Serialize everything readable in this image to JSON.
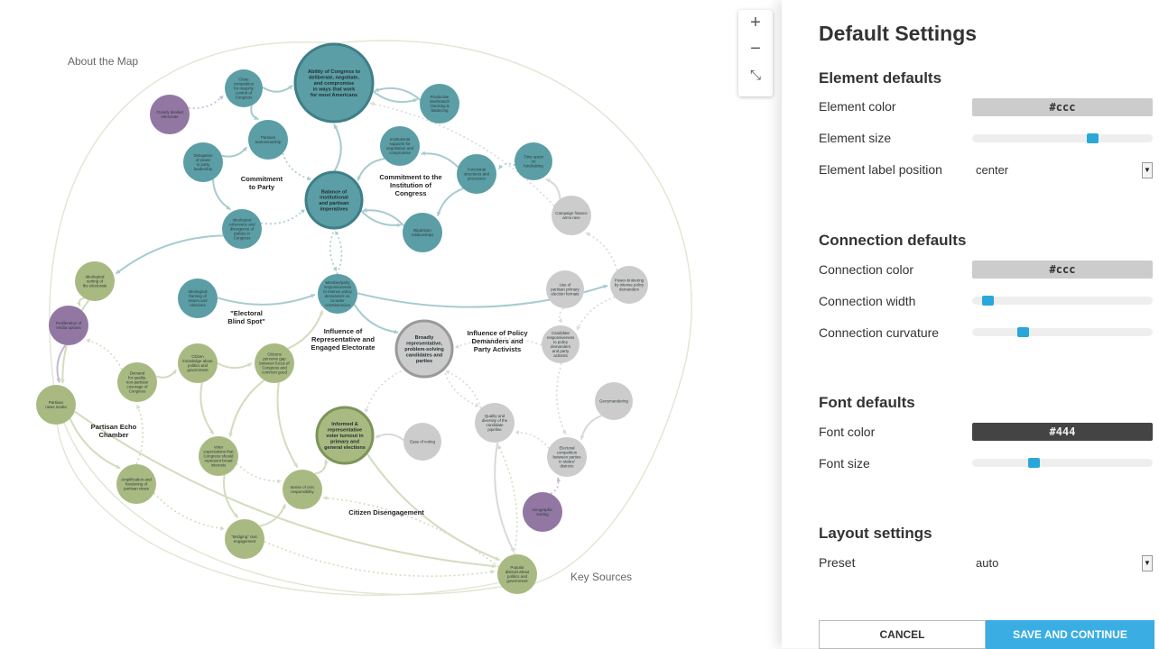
{
  "map": {
    "about_label": "About the Map",
    "key_sources_label": "Key Sources",
    "zoom": {
      "in_label": "+",
      "out_label": "−",
      "fit_label": "⤡"
    },
    "cluster_labels": [
      {
        "id": "cl1",
        "lines": [
          "Commitment",
          "to Party"
        ]
      },
      {
        "id": "cl2",
        "lines": [
          "Commitment to the",
          "Institution of",
          "Congress"
        ]
      },
      {
        "id": "cl3",
        "lines": [
          "\"Electoral",
          "Blind Spot\""
        ]
      },
      {
        "id": "cl4",
        "lines": [
          "Influence of",
          "Representative and",
          "Engaged Electorate"
        ]
      },
      {
        "id": "cl5",
        "lines": [
          "Influence of Policy",
          "Demanders and",
          "Party Activists"
        ]
      },
      {
        "id": "cl6",
        "lines": [
          "Partisan Echo",
          "Chamber"
        ]
      },
      {
        "id": "cl7",
        "lines": [
          "Citizen Disengagement"
        ]
      }
    ],
    "colors": {
      "teal": "#5b9ea6",
      "olive": "#a8ba82",
      "gray": "#cccccc",
      "purple": "#9277a3"
    },
    "nodes": [
      {
        "id": "n1",
        "group": "teal",
        "major": true,
        "lines": [
          "Ability of Congress to",
          "deliberate, negotiate,",
          "and compromise",
          "in ways that work",
          "for most Americans"
        ]
      },
      {
        "id": "n2",
        "group": "teal",
        "lines": [
          "Close",
          "competition",
          "for majority",
          "control of",
          "Congress"
        ]
      },
      {
        "id": "n3",
        "group": "purple",
        "lines": [
          "Closely divided",
          "electorate"
        ]
      },
      {
        "id": "n4",
        "group": "teal",
        "lines": [
          "Partisan",
          "teamsmanship"
        ]
      },
      {
        "id": "n5",
        "group": "teal",
        "lines": [
          "Delegation",
          "of power",
          "to party",
          "leadership"
        ]
      },
      {
        "id": "n6",
        "group": "teal",
        "lines": [
          "Productive",
          "interbranch",
          "checking &",
          "balancing"
        ]
      },
      {
        "id": "n7",
        "group": "teal",
        "lines": [
          "Institutional",
          "supports for",
          "negotiation and",
          "compromise"
        ]
      },
      {
        "id": "n8",
        "group": "teal",
        "lines": [
          "Time spent",
          "on",
          "fundraising"
        ]
      },
      {
        "id": "n9",
        "group": "teal",
        "lines": [
          "Functional",
          "structures and",
          "processes"
        ]
      },
      {
        "id": "n10",
        "group": "teal",
        "major": true,
        "lines": [
          "Balance of",
          "institutional",
          "and partisan",
          "imperatives"
        ]
      },
      {
        "id": "n11",
        "group": "teal",
        "lines": [
          "Ideological",
          "coherence and",
          "divergence of",
          "parties in",
          "Congress"
        ]
      },
      {
        "id": "n12",
        "group": "teal",
        "lines": [
          "Bipartisan",
          "relationships"
        ]
      },
      {
        "id": "n13",
        "group": "gray",
        "lines": [
          "Campaign finance",
          "arms race"
        ]
      },
      {
        "id": "n14",
        "group": "olive",
        "lines": [
          "Ideological",
          "sorting of",
          "the electorate"
        ]
      },
      {
        "id": "n15",
        "group": "teal",
        "lines": [
          "Ideological",
          "framing of",
          "issues and",
          "elections"
        ]
      },
      {
        "id": "n16",
        "group": "teal",
        "lines": [
          "Member/party",
          "responsiveness",
          "to intense policy",
          "demanders vs.",
          "broader",
          "constituencies"
        ]
      },
      {
        "id": "n17",
        "group": "gray",
        "lines": [
          "Use of",
          "partisan primary",
          "election formats"
        ]
      },
      {
        "id": "n18",
        "group": "gray",
        "lines": [
          "Power-brokering",
          "by intense policy",
          "demanders"
        ]
      },
      {
        "id": "n19",
        "group": "purple",
        "lines": [
          "Proliferation of",
          "media options"
        ]
      },
      {
        "id": "n20",
        "group": "gray",
        "major": true,
        "lines": [
          "Broadly",
          "representative,",
          "problem-solving",
          "candidates and",
          "parties"
        ]
      },
      {
        "id": "n21",
        "group": "gray",
        "lines": [
          "Candidate",
          "responsiveness",
          "to policy",
          "demanders",
          "and party",
          "activists"
        ]
      },
      {
        "id": "n22",
        "group": "olive",
        "lines": [
          "Demand",
          "for quality,",
          "non-partisan",
          "coverage of",
          "Congress"
        ]
      },
      {
        "id": "n23",
        "group": "olive",
        "lines": [
          "Citizen",
          "knowledge about",
          "politics and",
          "government"
        ]
      },
      {
        "id": "n24",
        "group": "olive",
        "lines": [
          "Citizens",
          "perceive gap",
          "between focus of",
          "Congress and",
          "common good"
        ]
      },
      {
        "id": "n25",
        "group": "olive",
        "lines": [
          "Partisan",
          "news media"
        ]
      },
      {
        "id": "n26",
        "group": "gray",
        "lines": [
          "Gerrymandering"
        ]
      },
      {
        "id": "n27",
        "group": "olive",
        "major": true,
        "lines": [
          "Informed &",
          "representative",
          "voter turnout in",
          "primary and",
          "general elections"
        ]
      },
      {
        "id": "n28",
        "group": "gray",
        "lines": [
          "Ease of voting"
        ]
      },
      {
        "id": "n29",
        "group": "gray",
        "lines": [
          "Quality and",
          "diversity of the",
          "candidate",
          "pipeline"
        ]
      },
      {
        "id": "n30",
        "group": "olive",
        "lines": [
          "Voter",
          "expectations that",
          "Congress should",
          "represent broad",
          "interests"
        ]
      },
      {
        "id": "n31",
        "group": "gray",
        "lines": [
          "Electoral",
          "competition",
          "between parties",
          "in states/",
          "districts"
        ]
      },
      {
        "id": "n32",
        "group": "olive",
        "lines": [
          "Amplification and",
          "hardening of",
          "partisan views"
        ]
      },
      {
        "id": "n33",
        "group": "olive",
        "lines": [
          "Sense of civic",
          "responsibility"
        ]
      },
      {
        "id": "n34",
        "group": "purple",
        "lines": [
          "Geographic",
          "sorting"
        ]
      },
      {
        "id": "n35",
        "group": "olive",
        "lines": [
          "\"Bridging\" civic",
          "engagement"
        ]
      },
      {
        "id": "n36",
        "group": "olive",
        "lines": [
          "Popular",
          "distrust about",
          "politics and",
          "government"
        ]
      }
    ]
  },
  "panel": {
    "title": "Default Settings",
    "element": {
      "heading": "Element defaults",
      "color_label": "Element color",
      "color_value": "#ccc",
      "size_label": "Element size",
      "size_level": 0.68,
      "position_label": "Element label position",
      "position_value": "center"
    },
    "connection": {
      "heading": "Connection defaults",
      "color_label": "Connection color",
      "color_value": "#ccc",
      "width_label": "Connection width",
      "width_level": 0.06,
      "curvature_label": "Connection curvature",
      "curvature_level": 0.27
    },
    "font": {
      "heading": "Font defaults",
      "color_label": "Font color",
      "color_value": "#444",
      "size_label": "Font size",
      "size_level": 0.33
    },
    "layout": {
      "heading": "Layout settings",
      "preset_label": "Preset",
      "preset_value": "auto"
    },
    "buttons": {
      "cancel": "CANCEL",
      "save": "SAVE AND CONTINUE"
    }
  }
}
